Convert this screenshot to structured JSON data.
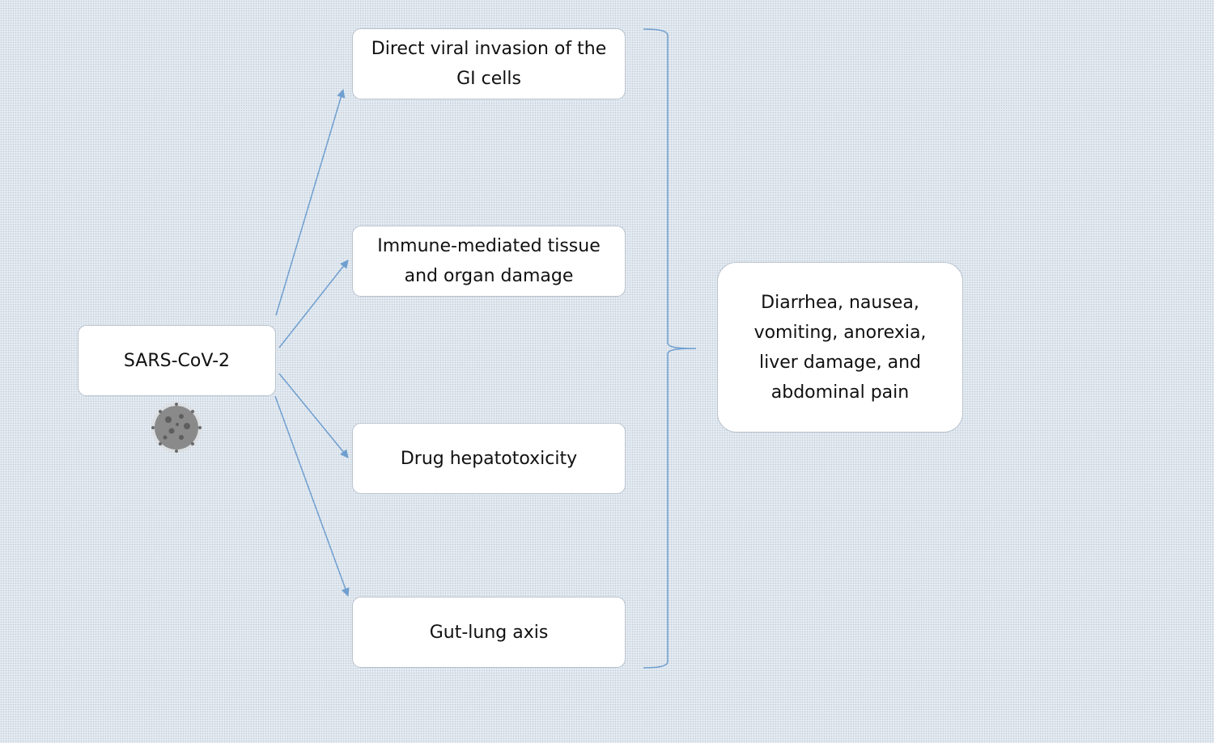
{
  "source": {
    "label": "SARS-CoV-2",
    "icon": "virus-icon"
  },
  "mechanisms": [
    {
      "label": "Direct viral invasion of the GI cells"
    },
    {
      "label": "Immune-mediated tissue and organ damage"
    },
    {
      "label": "Drug hepatotoxicity"
    },
    {
      "label": "Gut-lung axis"
    }
  ],
  "outcome": {
    "label": "Diarrhea, nausea, vomiting, anorexia, liver damage, and abdominal pain"
  },
  "colors": {
    "arrow": "#6f9fcf",
    "brace": "#6f9fcf",
    "box_border": "#b9c3cf",
    "box_fill": "#ffffff",
    "virus": "#8a8a8a"
  }
}
